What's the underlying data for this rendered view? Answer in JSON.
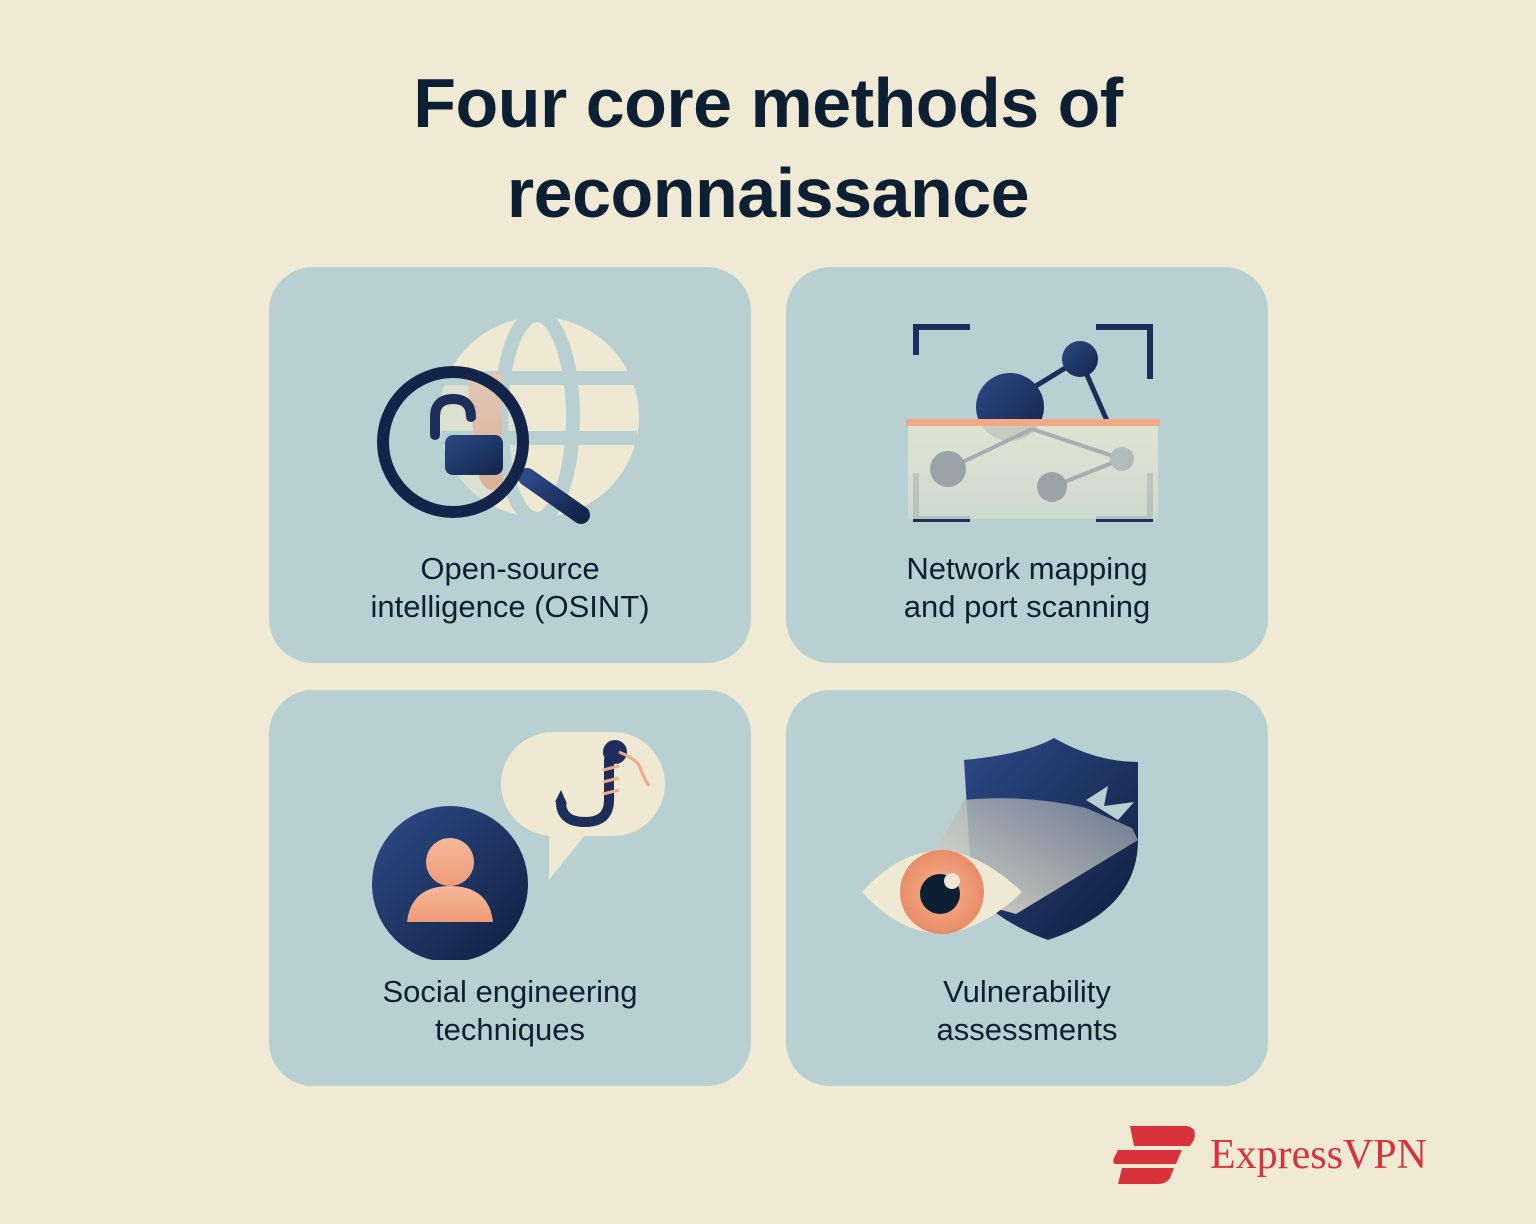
{
  "title": {
    "line1": "Four core methods of",
    "line2": "reconnaissance"
  },
  "cards": [
    {
      "line1": "Open-source",
      "line2": "intelligence (OSINT)",
      "icon": "osint-magnifier-globe-icon"
    },
    {
      "line1": "Network mapping",
      "line2": "and port scanning",
      "icon": "network-scan-icon"
    },
    {
      "line1": "Social engineering",
      "line2": "techniques",
      "icon": "phishing-hook-icon"
    },
    {
      "line1": "Vulnerability",
      "line2": "assessments",
      "icon": "eye-shield-icon"
    }
  ],
  "brand": {
    "name": "ExpressVPN"
  },
  "colors": {
    "background": "#f0ead4",
    "card": "#b8d0d2",
    "navy": "#1e2e5a",
    "peach": "#f2a987",
    "brand_red": "#d8333a"
  }
}
